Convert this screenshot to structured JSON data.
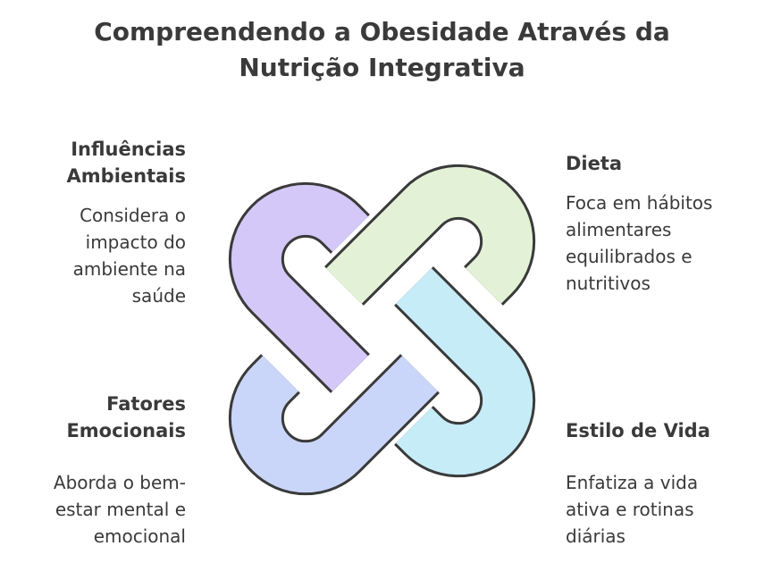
{
  "title": {
    "line1": "Compreendendo a Obesidade Através da",
    "line2": "Nutrição Integrativa"
  },
  "quadrants": {
    "top_left": {
      "heading_line1": "Influências",
      "heading_line2": "Ambientais",
      "desc_line1": "Considera o",
      "desc_line2": "impacto do",
      "desc_line3": "ambiente na",
      "desc_line4": "saúde",
      "color": "#d3c8f7"
    },
    "top_right": {
      "heading": "Dieta",
      "desc_line1": "Foca em hábitos",
      "desc_line2": "alimentares",
      "desc_line3": "equilibrados e",
      "desc_line4": "nutritivos",
      "color": "#e3f2d6"
    },
    "bottom_left": {
      "heading_line1": "Fatores",
      "heading_line2": "Emocionais",
      "desc_line1": "Aborda o bem-",
      "desc_line2": "estar mental e",
      "desc_line3": "emocional",
      "color": "#c9d6f9"
    },
    "bottom_right": {
      "heading": "Estilo de Vida",
      "desc_line1": "Enfatiza a vida",
      "desc_line2": "ativa e rotinas",
      "desc_line3": "diárias",
      "color": "#c6ecf8"
    }
  },
  "stroke_color": "#3a3a3a"
}
